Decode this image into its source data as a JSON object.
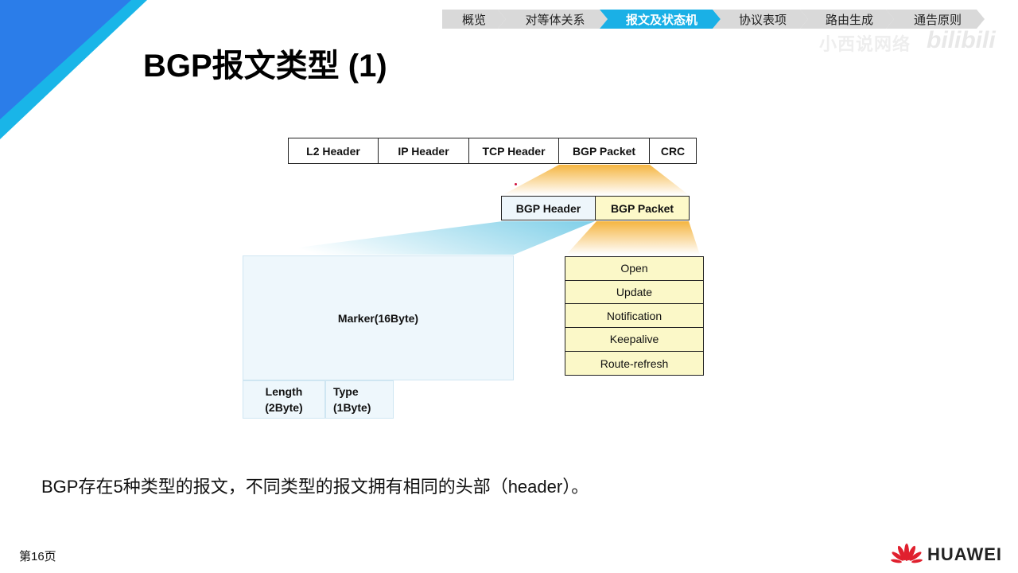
{
  "nav": {
    "items": [
      {
        "label": "概览",
        "active": false
      },
      {
        "label": "对等体关系",
        "active": false
      },
      {
        "label": "报文及状态机",
        "active": true
      },
      {
        "label": "协议表项",
        "active": false
      },
      {
        "label": "路由生成",
        "active": false
      },
      {
        "label": "通告原则",
        "active": false
      }
    ]
  },
  "watermark": {
    "text": "小西说网络",
    "brand": "bilibili"
  },
  "title": "BGP报文类型 (1)",
  "diagram": {
    "frame": [
      "L2 Header",
      "IP Header",
      "TCP Header",
      "BGP Packet",
      "CRC"
    ],
    "bgp_split": {
      "header": "BGP Header",
      "packet": "BGP Packet"
    },
    "header_fields": {
      "marker": "Marker(16Byte)",
      "length_line1": "Length",
      "length_line2": "(2Byte)",
      "type_line1": "Type",
      "type_line2": "(1Byte)"
    },
    "message_types": [
      "Open",
      "Update",
      "Notification",
      "Keepalive",
      "Route-refresh"
    ]
  },
  "description": "BGP存在5种类型的报文，不同类型的报文拥有相同的头部（header）。",
  "footer": {
    "page": "第16页",
    "logo_text": "HUAWEI"
  },
  "colors": {
    "nav_active": "#1ab0e6",
    "nav_inactive": "#d9d9d9",
    "corner_blue": "#2b7de9",
    "corner_cyan": "#19b5e8",
    "header_fill": "#eef7fc",
    "packet_fill": "#fbf8c8",
    "funnel_orange": "#f6b84a",
    "funnel_blue": "#8fd3ea",
    "huawei_red": "#e0202e"
  }
}
